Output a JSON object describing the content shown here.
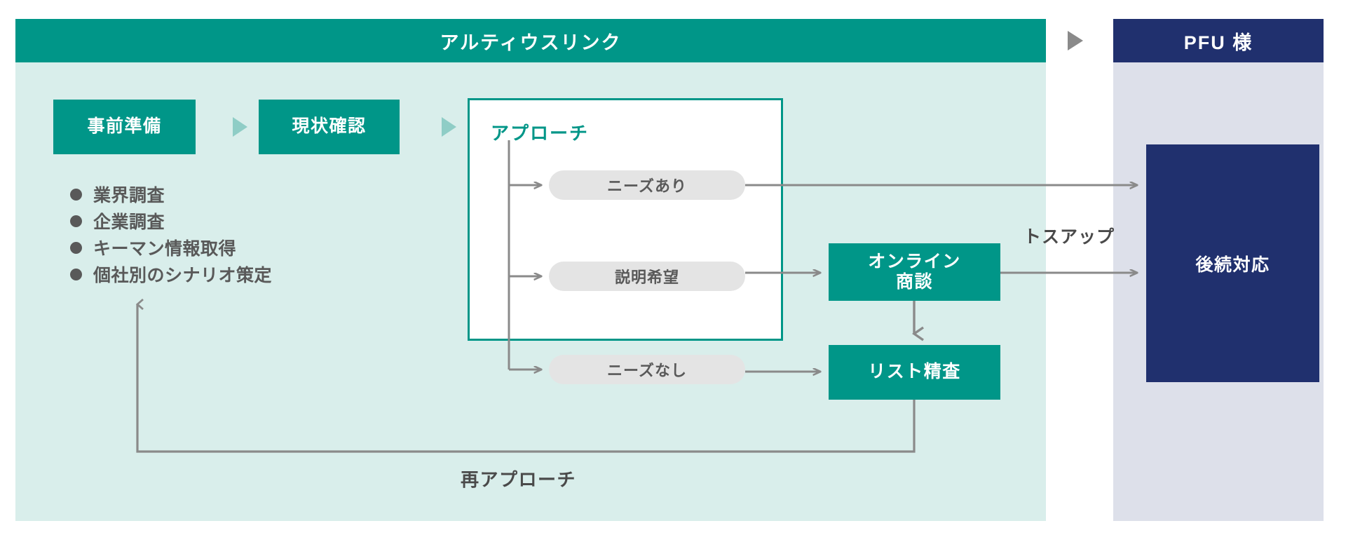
{
  "diagram": {
    "title_left": "アルティウスリンク",
    "title_right": "PFU 様",
    "left_panel": {
      "steps": [
        {
          "label": "事前準備"
        },
        {
          "label": "現状確認"
        }
      ],
      "bullets": [
        "業界調査",
        "企業調査",
        "キーマン情報取得",
        "個社別のシナリオ策定"
      ],
      "approach": {
        "title": "アプローチ",
        "outcomes": [
          {
            "label": "ニーズあり"
          },
          {
            "label": "説明希望"
          },
          {
            "label": "ニーズなし"
          }
        ]
      },
      "actions": [
        {
          "label": "オンライン\n商談",
          "line1": "オンライン",
          "line2": "商談"
        },
        {
          "label": "リスト精査"
        }
      ],
      "loop_label": "再アプローチ"
    },
    "right_panel": {
      "handoff_label": "トスアップ",
      "followup_label": "後続対応"
    },
    "icons": {
      "step_arrow": "triangle-right-icon",
      "panel_arrow": "triangle-right-gray-icon"
    },
    "colors": {
      "teal": "#009688",
      "teal_light": "#d9eeeb",
      "teal_triangle": "#8fcdc6",
      "navy": "#20306e",
      "navy_light": "#dde0ea",
      "pill_gray": "#e4e4e4",
      "text_gray": "#595959",
      "wire_gray": "#8a8a8a"
    }
  }
}
